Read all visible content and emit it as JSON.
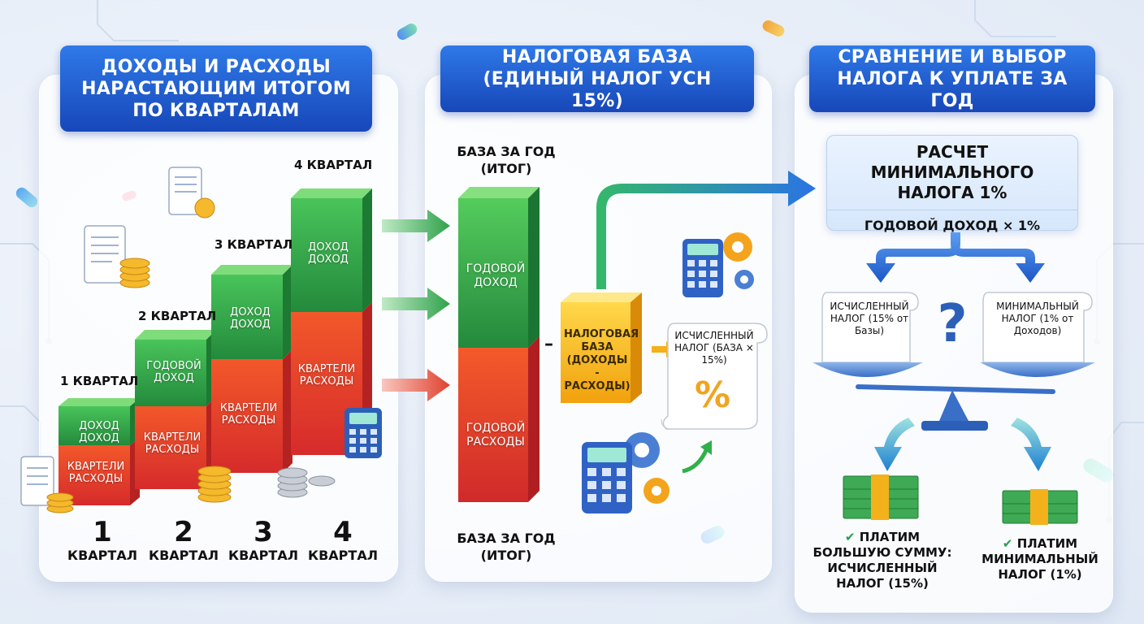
{
  "panels": {
    "left": {
      "title": "ДОХОДЫ И РАСХОДЫ НАРАСТАЮЩИМ ИТОГОМ ПО КВАРТАЛАМ"
    },
    "middle": {
      "title": "НАЛОГОВАЯ БАЗА (ЕДИНЫЙ НАЛОГ УСН 15%)"
    },
    "right": {
      "title": "СРАВНЕНИЕ И ВЫБОР НАЛОГА К УПЛАТЕ ЗА ГОД"
    }
  },
  "quarters": [
    {
      "label": "1 КВАРТАЛ",
      "number": "1",
      "word": "КВАРТАЛ",
      "income": "ДОХОД ДОХОД",
      "expense": "КВАРТЕЛИ РАСХОДЫ"
    },
    {
      "label": "2 КВАРТАЛ",
      "number": "2",
      "word": "КВАРТАЛ",
      "income": "ГОДОВОЙ ДОХОД",
      "expense": "КВАРТЕЛИ РАСХОДЫ"
    },
    {
      "label": "3 КВАРТАЛ",
      "number": "3",
      "word": "КВАРТАЛ",
      "income": "ДОХОД ДОХОД",
      "expense": "КВАРТЕЛИ РАСХОДЫ"
    },
    {
      "label": "4 КВАРТАЛ",
      "number": "4",
      "word": "КВАРТАЛ",
      "income": "ДОХОД ДОХОД",
      "expense": "КВАРТЕЛИ РАСХОДЫ"
    }
  ],
  "base": {
    "top_label": "БАЗА ЗА ГОД (ИТОГ)",
    "bottom_label": "БАЗА ЗА ГОД (ИТОГ)",
    "income": "ГОДОВОЙ ДОХОД",
    "expense": "ГОДОВОЙ РАСХОДЫ",
    "minus": "–",
    "tax_base": "НАЛОГОВАЯ БАЗА (ДОХОДЫ - РАСХОДЫ)",
    "calc_scroll": "ИСЧИСЛЕННЫЙ НАЛОГ (БАЗА × 15%)",
    "percent": "%"
  },
  "compare": {
    "min_title": "РАСЧЕТ МИНИМАЛЬНОГО НАЛОГА 1%",
    "min_formula": "ГОДОВОЙ ДОХОД × 1%",
    "left_scroll": "ИСЧИСЛЕННЫЙ НАЛОГ (15% от Базы)",
    "right_scroll": "МИНИМАЛЬНЫЙ НАЛОГ (1% от Доходов)",
    "question": "?",
    "result_left": "ПЛАТИМ БОЛЬШУЮ СУММУ: ИСЧИСЛЕННЫЙ НАЛОГ (15%)",
    "result_right": "ПЛАТИМ МИНИМАЛЬНЫЙ НАЛОГ (1%)",
    "check": "✔"
  },
  "colors": {
    "header": "#1f5fd6",
    "income": "#2fb04a",
    "expense": "#e8452c",
    "tax_base": "#f6b90d"
  }
}
